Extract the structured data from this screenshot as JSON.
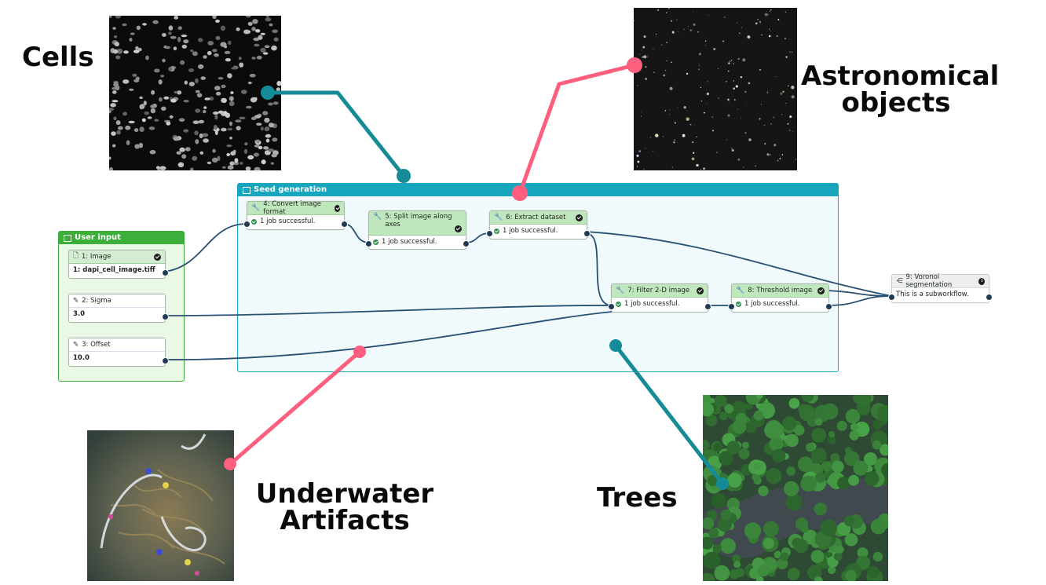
{
  "labels": {
    "cells": "Cells",
    "astro_line1": "Astronomical",
    "astro_line2": "objects",
    "underwater_line1": "Underwater",
    "underwater_line2": "Artifacts",
    "trees": "Trees"
  },
  "colors": {
    "teal_connector": "#148b96",
    "pink_connector": "#ff5f7e",
    "group_header": "#18a6bf",
    "user_input_header": "#3cae3a",
    "edge": "#284f73"
  },
  "workflow": {
    "seed_group_title": "Seed generation",
    "user_input_title": "User input",
    "inputs": [
      {
        "title": "1: Image",
        "value": "1: dapi_cell_image.tiff",
        "icon": "file-icon"
      },
      {
        "title": "2: Sigma",
        "value": "3.0",
        "icon": "pencil-icon"
      },
      {
        "title": "3: Offset",
        "value": "10.0",
        "icon": "pencil-icon"
      }
    ],
    "steps": [
      {
        "title": "4: Convert image format",
        "status": "1 job successful."
      },
      {
        "title": "5: Split image along axes",
        "status": "1 job successful."
      },
      {
        "title": "6: Extract dataset",
        "status": "1 job successful."
      },
      {
        "title": "7: Filter 2-D image",
        "status": "1 job successful."
      },
      {
        "title": "8: Threshold image",
        "status": "1 job successful."
      }
    ],
    "subworkflow": {
      "title": "9: Voronoi segmentation",
      "text": "This is a subworkflow."
    }
  }
}
